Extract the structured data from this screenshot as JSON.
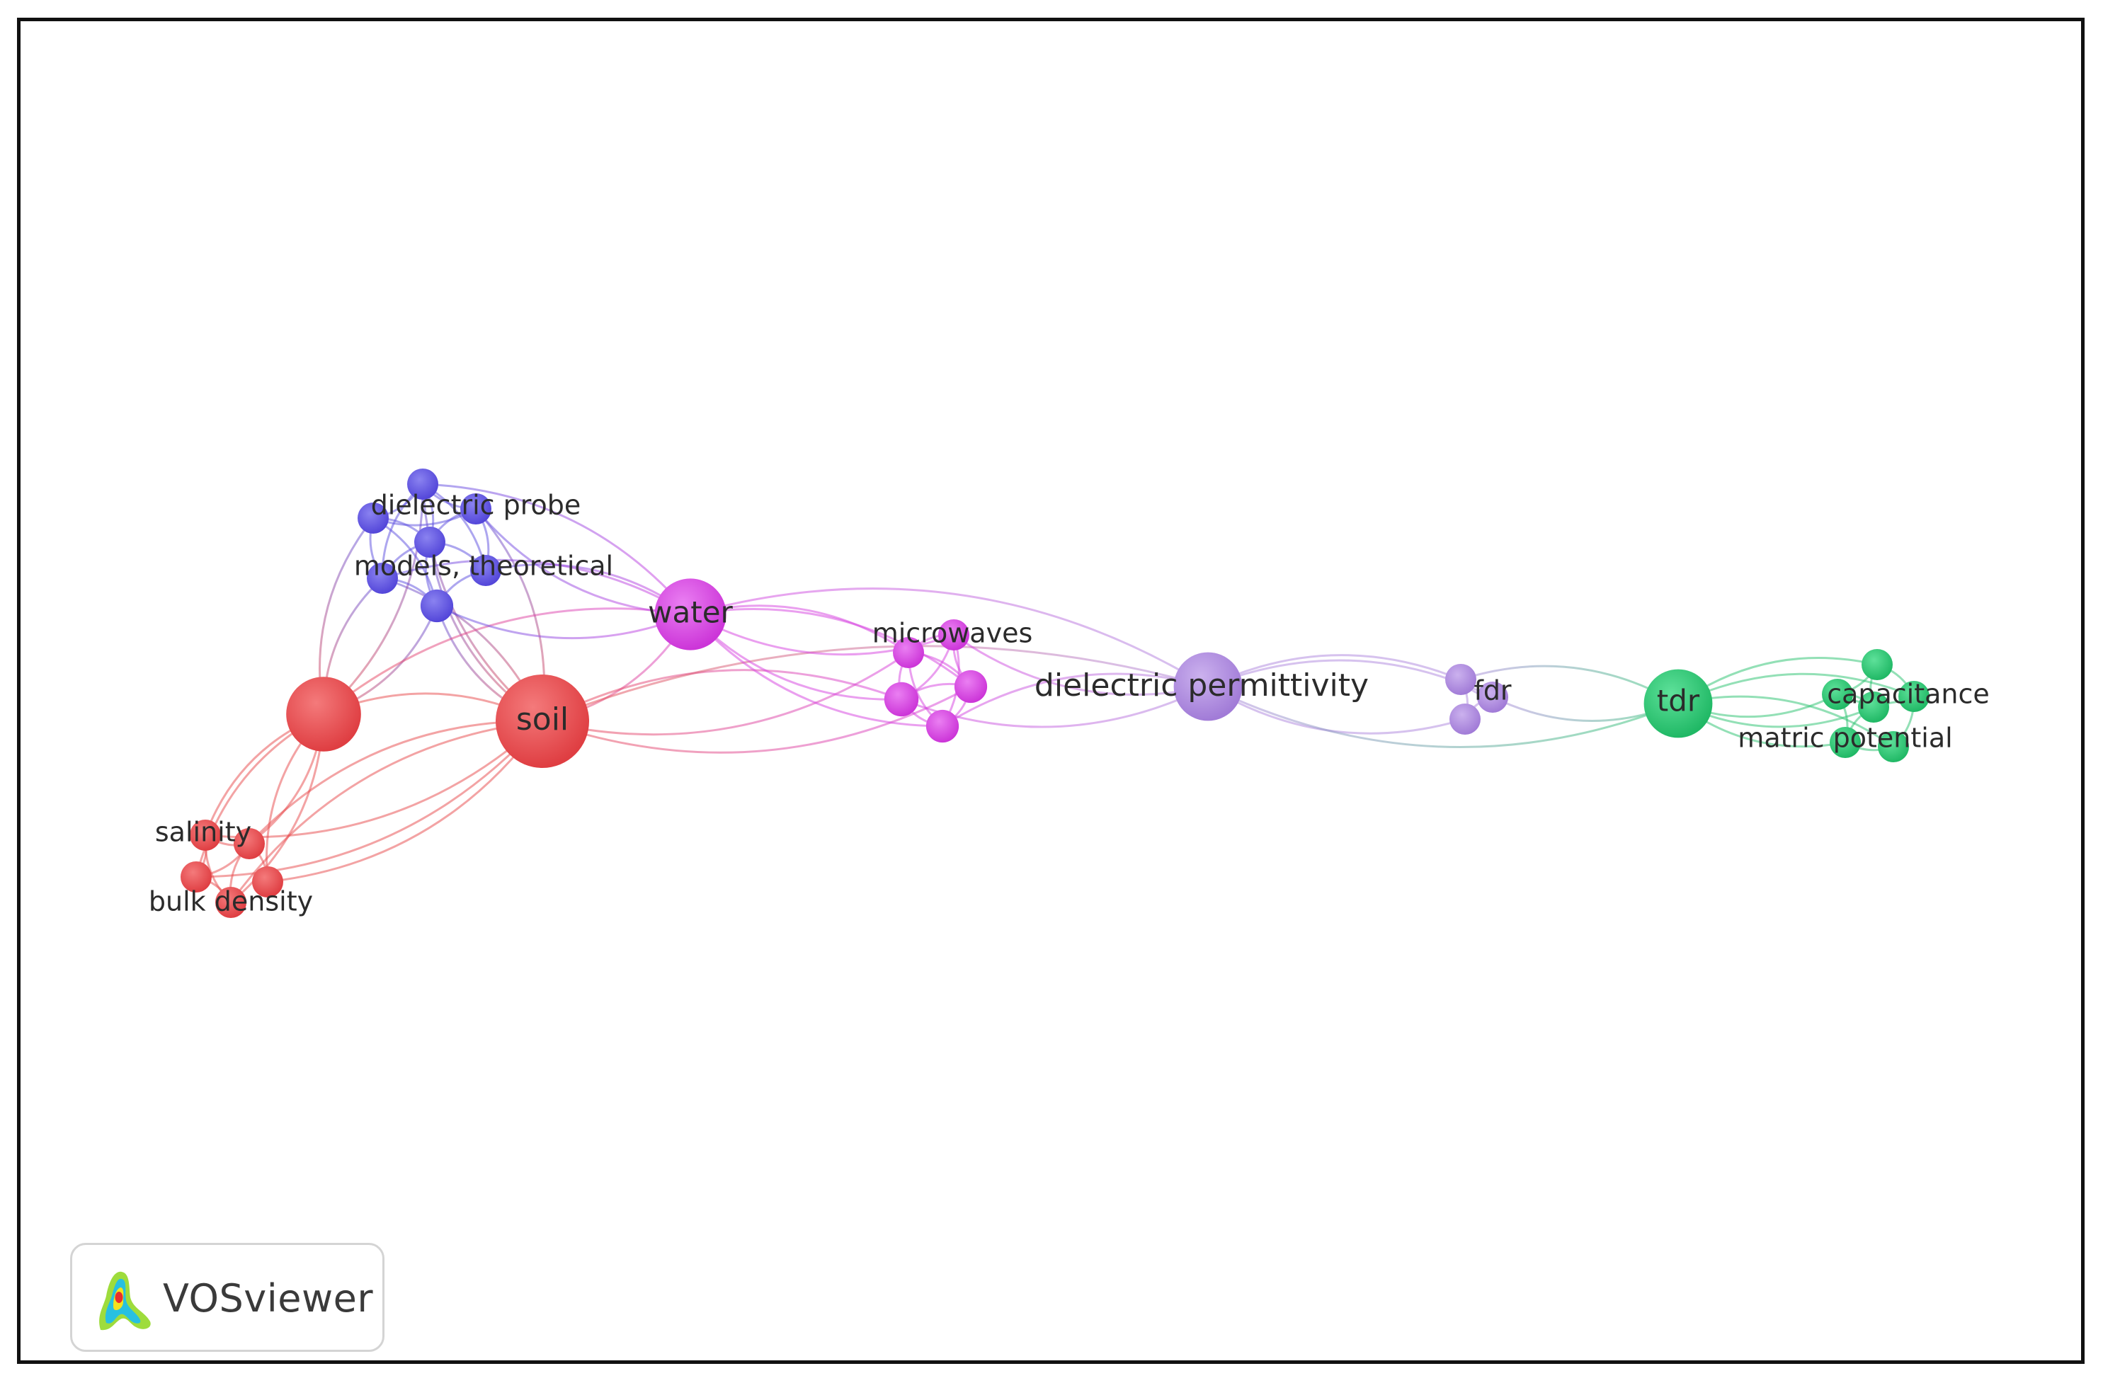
{
  "branding": {
    "name": "VOSviewer"
  },
  "colors": {
    "red": "#e8474a",
    "blue": "#5b4ee0",
    "magenta": "#d63fe0",
    "lavender": "#ad86dd",
    "green": "#27c26e"
  },
  "diagram": {
    "type": "network",
    "nodes": [
      {
        "id": "soil",
        "label": "soil",
        "cluster": "red",
        "size": 3
      },
      {
        "id": "red-hub",
        "label": "",
        "cluster": "red",
        "size": 2.4
      },
      {
        "id": "salinity",
        "label": "salinity",
        "cluster": "red",
        "size": 1
      },
      {
        "id": "red-a",
        "label": "",
        "cluster": "red",
        "size": 1
      },
      {
        "id": "red-b",
        "label": "",
        "cluster": "red",
        "size": 1
      },
      {
        "id": "red-c",
        "label": "",
        "cluster": "red",
        "size": 1
      },
      {
        "id": "bulk-density",
        "label": "bulk density",
        "cluster": "red",
        "size": 1
      },
      {
        "id": "blue-top",
        "label": "",
        "cluster": "blue",
        "size": 1
      },
      {
        "id": "blue-left",
        "label": "",
        "cluster": "blue",
        "size": 1
      },
      {
        "id": "dielectric-probe",
        "label": "dielectric probe",
        "cluster": "blue",
        "size": 1
      },
      {
        "id": "blue-mid",
        "label": "",
        "cluster": "blue",
        "size": 1
      },
      {
        "id": "models-theoretical",
        "label": "models, theoretical",
        "cluster": "blue",
        "size": 1
      },
      {
        "id": "blue-right",
        "label": "",
        "cluster": "blue",
        "size": 1
      },
      {
        "id": "blue-low",
        "label": "",
        "cluster": "blue",
        "size": 1.05
      },
      {
        "id": "water",
        "label": "water",
        "cluster": "magenta",
        "size": 2.3
      },
      {
        "id": "microwaves",
        "label": "microwaves",
        "cluster": "magenta",
        "size": 1
      },
      {
        "id": "mag-a",
        "label": "",
        "cluster": "magenta",
        "size": 1
      },
      {
        "id": "mag-b",
        "label": "",
        "cluster": "magenta",
        "size": 1.1
      },
      {
        "id": "mag-c",
        "label": "",
        "cluster": "magenta",
        "size": 1.05
      },
      {
        "id": "mag-d",
        "label": "",
        "cluster": "magenta",
        "size": 1.05
      },
      {
        "id": "dielectric-permittivity",
        "label": "dielectric permittivity",
        "cluster": "lavender",
        "size": 2.2
      },
      {
        "id": "fdr",
        "label": "fdr",
        "cluster": "lavender",
        "size": 1
      },
      {
        "id": "lav-a",
        "label": "",
        "cluster": "lavender",
        "size": 1
      },
      {
        "id": "lav-b",
        "label": "",
        "cluster": "lavender",
        "size": 1
      },
      {
        "id": "tdr",
        "label": "tdr",
        "cluster": "green",
        "size": 2.2
      },
      {
        "id": "capacitance",
        "label": "capacitance",
        "cluster": "green",
        "size": 1
      },
      {
        "id": "green-a",
        "label": "",
        "cluster": "green",
        "size": 1
      },
      {
        "id": "green-b",
        "label": "",
        "cluster": "green",
        "size": 1
      },
      {
        "id": "green-c",
        "label": "",
        "cluster": "green",
        "size": 1
      },
      {
        "id": "matric-potential",
        "label": "matric potential",
        "cluster": "green",
        "size": 1
      },
      {
        "id": "green-d",
        "label": "",
        "cluster": "green",
        "size": 1
      }
    ],
    "edges": [
      [
        "soil",
        "red-hub"
      ],
      [
        "soil",
        "salinity"
      ],
      [
        "soil",
        "red-a"
      ],
      [
        "soil",
        "red-b"
      ],
      [
        "soil",
        "bulk-density"
      ],
      [
        "soil",
        "red-c"
      ],
      [
        "soil",
        "water"
      ],
      [
        "soil",
        "blue-top"
      ],
      [
        "soil",
        "dielectric-probe"
      ],
      [
        "soil",
        "blue-mid"
      ],
      [
        "soil",
        "models-theoretical"
      ],
      [
        "soil",
        "blue-low"
      ],
      [
        "soil",
        "mag-a"
      ],
      [
        "soil",
        "mag-b"
      ],
      [
        "soil",
        "mag-c"
      ],
      [
        "soil",
        "dielectric-permittivity"
      ],
      [
        "red-hub",
        "salinity"
      ],
      [
        "red-hub",
        "red-a"
      ],
      [
        "red-hub",
        "red-b"
      ],
      [
        "red-hub",
        "bulk-density"
      ],
      [
        "red-hub",
        "red-c"
      ],
      [
        "red-hub",
        "blue-left"
      ],
      [
        "red-hub",
        "blue-top"
      ],
      [
        "red-hub",
        "models-theoretical"
      ],
      [
        "red-hub",
        "blue-low"
      ],
      [
        "red-hub",
        "water"
      ],
      [
        "salinity",
        "red-a"
      ],
      [
        "salinity",
        "red-b"
      ],
      [
        "salinity",
        "bulk-density"
      ],
      [
        "red-a",
        "red-b"
      ],
      [
        "red-a",
        "bulk-density"
      ],
      [
        "red-b",
        "bulk-density"
      ],
      [
        "red-c",
        "red-a"
      ],
      [
        "blue-top",
        "blue-left"
      ],
      [
        "blue-top",
        "dielectric-probe"
      ],
      [
        "blue-top",
        "blue-mid"
      ],
      [
        "blue-top",
        "models-theoretical"
      ],
      [
        "blue-top",
        "blue-right"
      ],
      [
        "blue-left",
        "dielectric-probe"
      ],
      [
        "blue-left",
        "blue-mid"
      ],
      [
        "blue-left",
        "models-theoretical"
      ],
      [
        "blue-left",
        "blue-low"
      ],
      [
        "dielectric-probe",
        "blue-mid"
      ],
      [
        "dielectric-probe",
        "blue-right"
      ],
      [
        "blue-mid",
        "models-theoretical"
      ],
      [
        "blue-mid",
        "blue-right"
      ],
      [
        "blue-mid",
        "blue-low"
      ],
      [
        "models-theoretical",
        "blue-low"
      ],
      [
        "blue-right",
        "blue-low"
      ],
      [
        "blue-top",
        "water"
      ],
      [
        "dielectric-probe",
        "water"
      ],
      [
        "blue-right",
        "water"
      ],
      [
        "blue-low",
        "water"
      ],
      [
        "models-theoretical",
        "water"
      ],
      [
        "water",
        "microwaves"
      ],
      [
        "water",
        "mag-a"
      ],
      [
        "water",
        "mag-b"
      ],
      [
        "water",
        "mag-c"
      ],
      [
        "water",
        "mag-d"
      ],
      [
        "water",
        "dielectric-permittivity"
      ],
      [
        "microwaves",
        "mag-a"
      ],
      [
        "microwaves",
        "mag-b"
      ],
      [
        "microwaves",
        "mag-c"
      ],
      [
        "microwaves",
        "mag-d"
      ],
      [
        "mag-a",
        "mag-b"
      ],
      [
        "mag-a",
        "mag-c"
      ],
      [
        "mag-a",
        "mag-d"
      ],
      [
        "mag-b",
        "mag-c"
      ],
      [
        "mag-b",
        "mag-d"
      ],
      [
        "mag-c",
        "mag-d"
      ],
      [
        "mag-b",
        "dielectric-permittivity"
      ],
      [
        "mag-d",
        "dielectric-permittivity"
      ],
      [
        "microwaves",
        "dielectric-permittivity"
      ],
      [
        "dielectric-permittivity",
        "lav-a"
      ],
      [
        "dielectric-permittivity",
        "lav-b"
      ],
      [
        "dielectric-permittivity",
        "fdr"
      ],
      [
        "dielectric-permittivity",
        "tdr"
      ],
      [
        "lav-a",
        "lav-b"
      ],
      [
        "lav-a",
        "fdr"
      ],
      [
        "lav-b",
        "fdr"
      ],
      [
        "fdr",
        "tdr"
      ],
      [
        "lav-a",
        "tdr"
      ],
      [
        "tdr",
        "capacitance"
      ],
      [
        "tdr",
        "green-a"
      ],
      [
        "tdr",
        "green-b"
      ],
      [
        "tdr",
        "green-c"
      ],
      [
        "tdr",
        "matric-potential"
      ],
      [
        "tdr",
        "green-d"
      ],
      [
        "capacitance",
        "green-a"
      ],
      [
        "capacitance",
        "green-b"
      ],
      [
        "capacitance",
        "green-c"
      ],
      [
        "capacitance",
        "matric-potential"
      ],
      [
        "green-a",
        "green-b"
      ],
      [
        "green-a",
        "green-c"
      ],
      [
        "green-b",
        "matric-potential"
      ],
      [
        "green-c",
        "green-d"
      ],
      [
        "matric-potential",
        "green-d"
      ]
    ]
  }
}
